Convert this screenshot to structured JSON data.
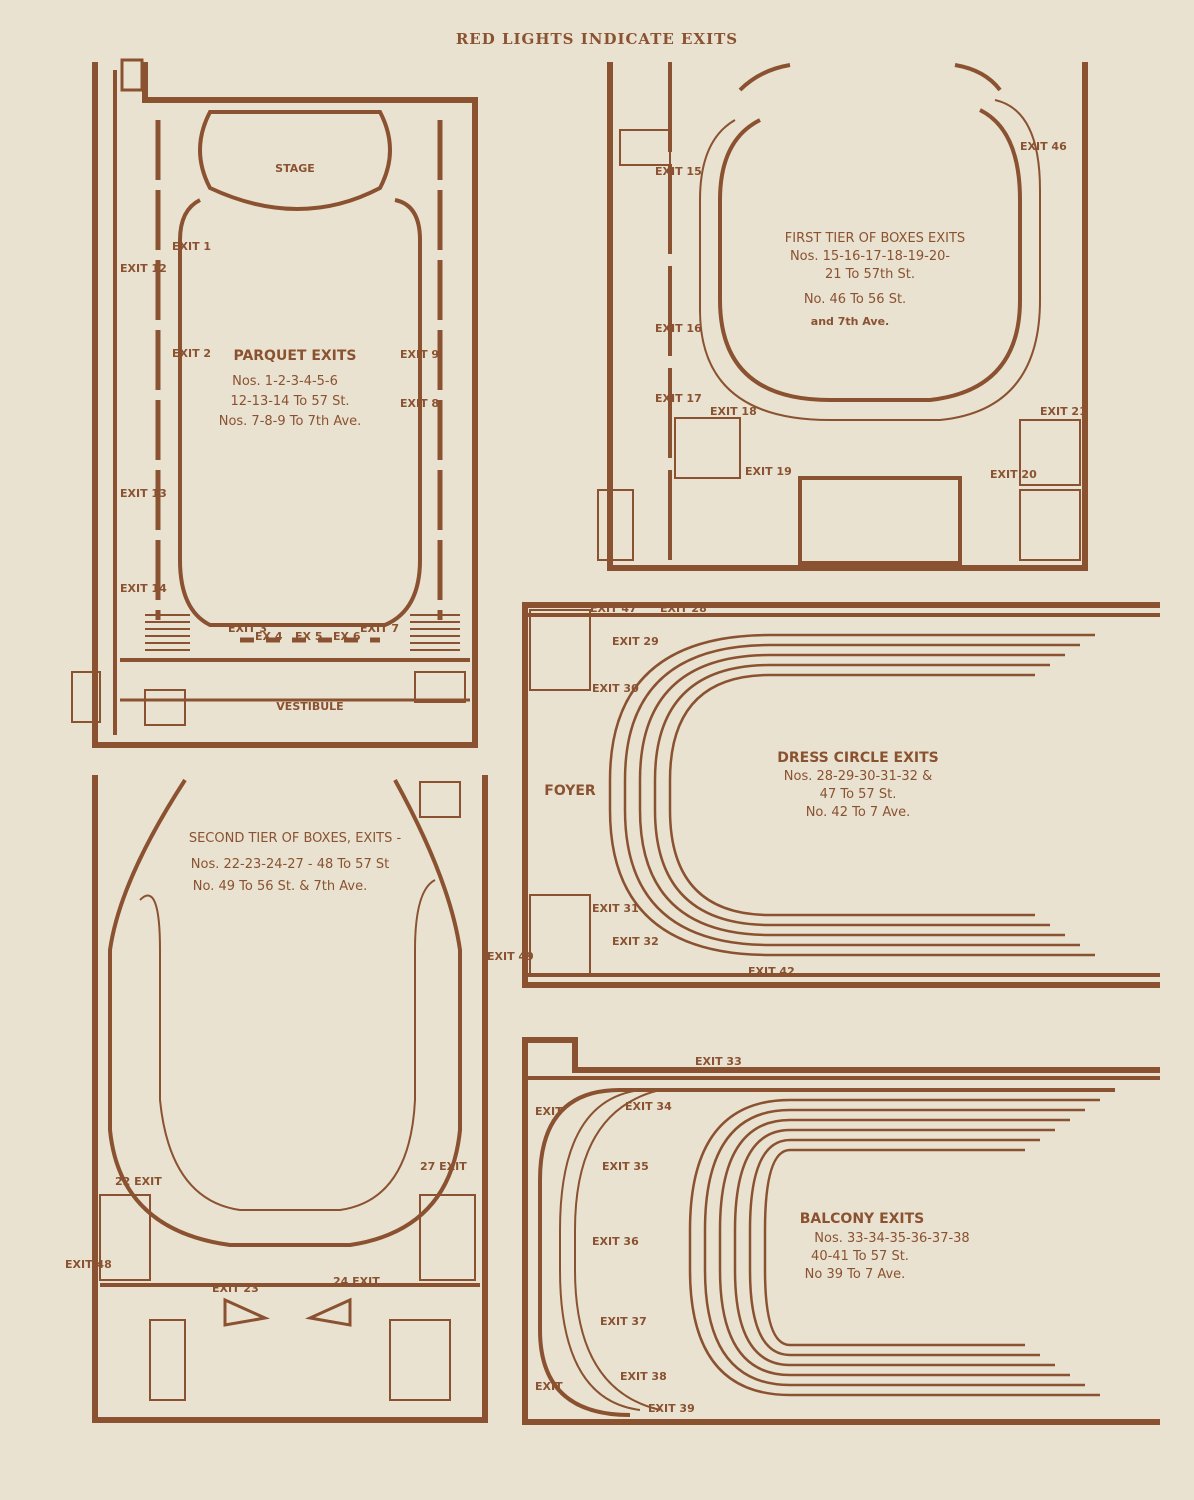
{
  "header": {
    "title": "RED LIGHTS INDICATE EXITS"
  },
  "colors": {
    "ink": "#8a5230",
    "paper": "#e9e2d1"
  },
  "parquet": {
    "stage": "STAGE",
    "vestibule": "VESTIBULE",
    "heading": "PARQUET EXITS",
    "lines": [
      "Nos. 1-2-3-4-5-6",
      "12-13-14 To 57 St.",
      "Nos. 7-8-9 To 7th Ave."
    ],
    "exits": [
      "EXIT 1",
      "EXIT 2",
      "EXIT 3",
      "EX 4",
      "EX 5",
      "EX 6",
      "EXIT 7",
      "EXIT 8",
      "EXIT 9",
      "EXIT 12",
      "EXIT 13",
      "EXIT 14"
    ]
  },
  "first_tier": {
    "heading": "FIRST TIER OF BOXES EXITS",
    "lines": [
      "Nos. 15-16-17-18-19-20-",
      "21 To 57th St.",
      "No. 46 To 56 St.",
      "and 7th Ave."
    ],
    "exits": [
      "EXIT 15",
      "EXIT 16",
      "EXIT 17",
      "EXIT 18",
      "EXIT 19",
      "EXIT 20",
      "EXIT 21",
      "EXIT 46"
    ]
  },
  "second_tier": {
    "heading": "SECOND TIER OF BOXES, EXITS -",
    "lines": [
      "Nos. 22-23-24-27 - 48 To 57 St",
      "No. 49 To 56 St. & 7th Ave."
    ],
    "exits": [
      "22 EXIT",
      "EXIT 23",
      "24 EXIT",
      "27 EXIT",
      "EXIT 48",
      "EXIT 49"
    ]
  },
  "dress_circle": {
    "foyer": "FOYER",
    "heading": "DRESS CIRCLE EXITS",
    "lines": [
      "Nos. 28-29-30-31-32 &",
      "47 To 57 St.",
      "No. 42 To 7 Ave."
    ],
    "exits": [
      "EXIT 47",
      "EXIT 28",
      "EXIT 29",
      "EXIT 30",
      "EXIT 31",
      "EXIT 32",
      "EXIT 42"
    ]
  },
  "balcony": {
    "heading": "BALCONY EXITS",
    "lines": [
      "Nos. 33-34-35-36-37-38",
      "40-41 To 57 St.",
      "No 39 To 7 Ave."
    ],
    "exits": [
      "EXIT 33",
      "EXIT 34",
      "EXIT 35",
      "EXIT 36",
      "EXIT 37",
      "EXIT 38",
      "EXIT 39",
      "EXIT",
      "EXIT"
    ]
  }
}
